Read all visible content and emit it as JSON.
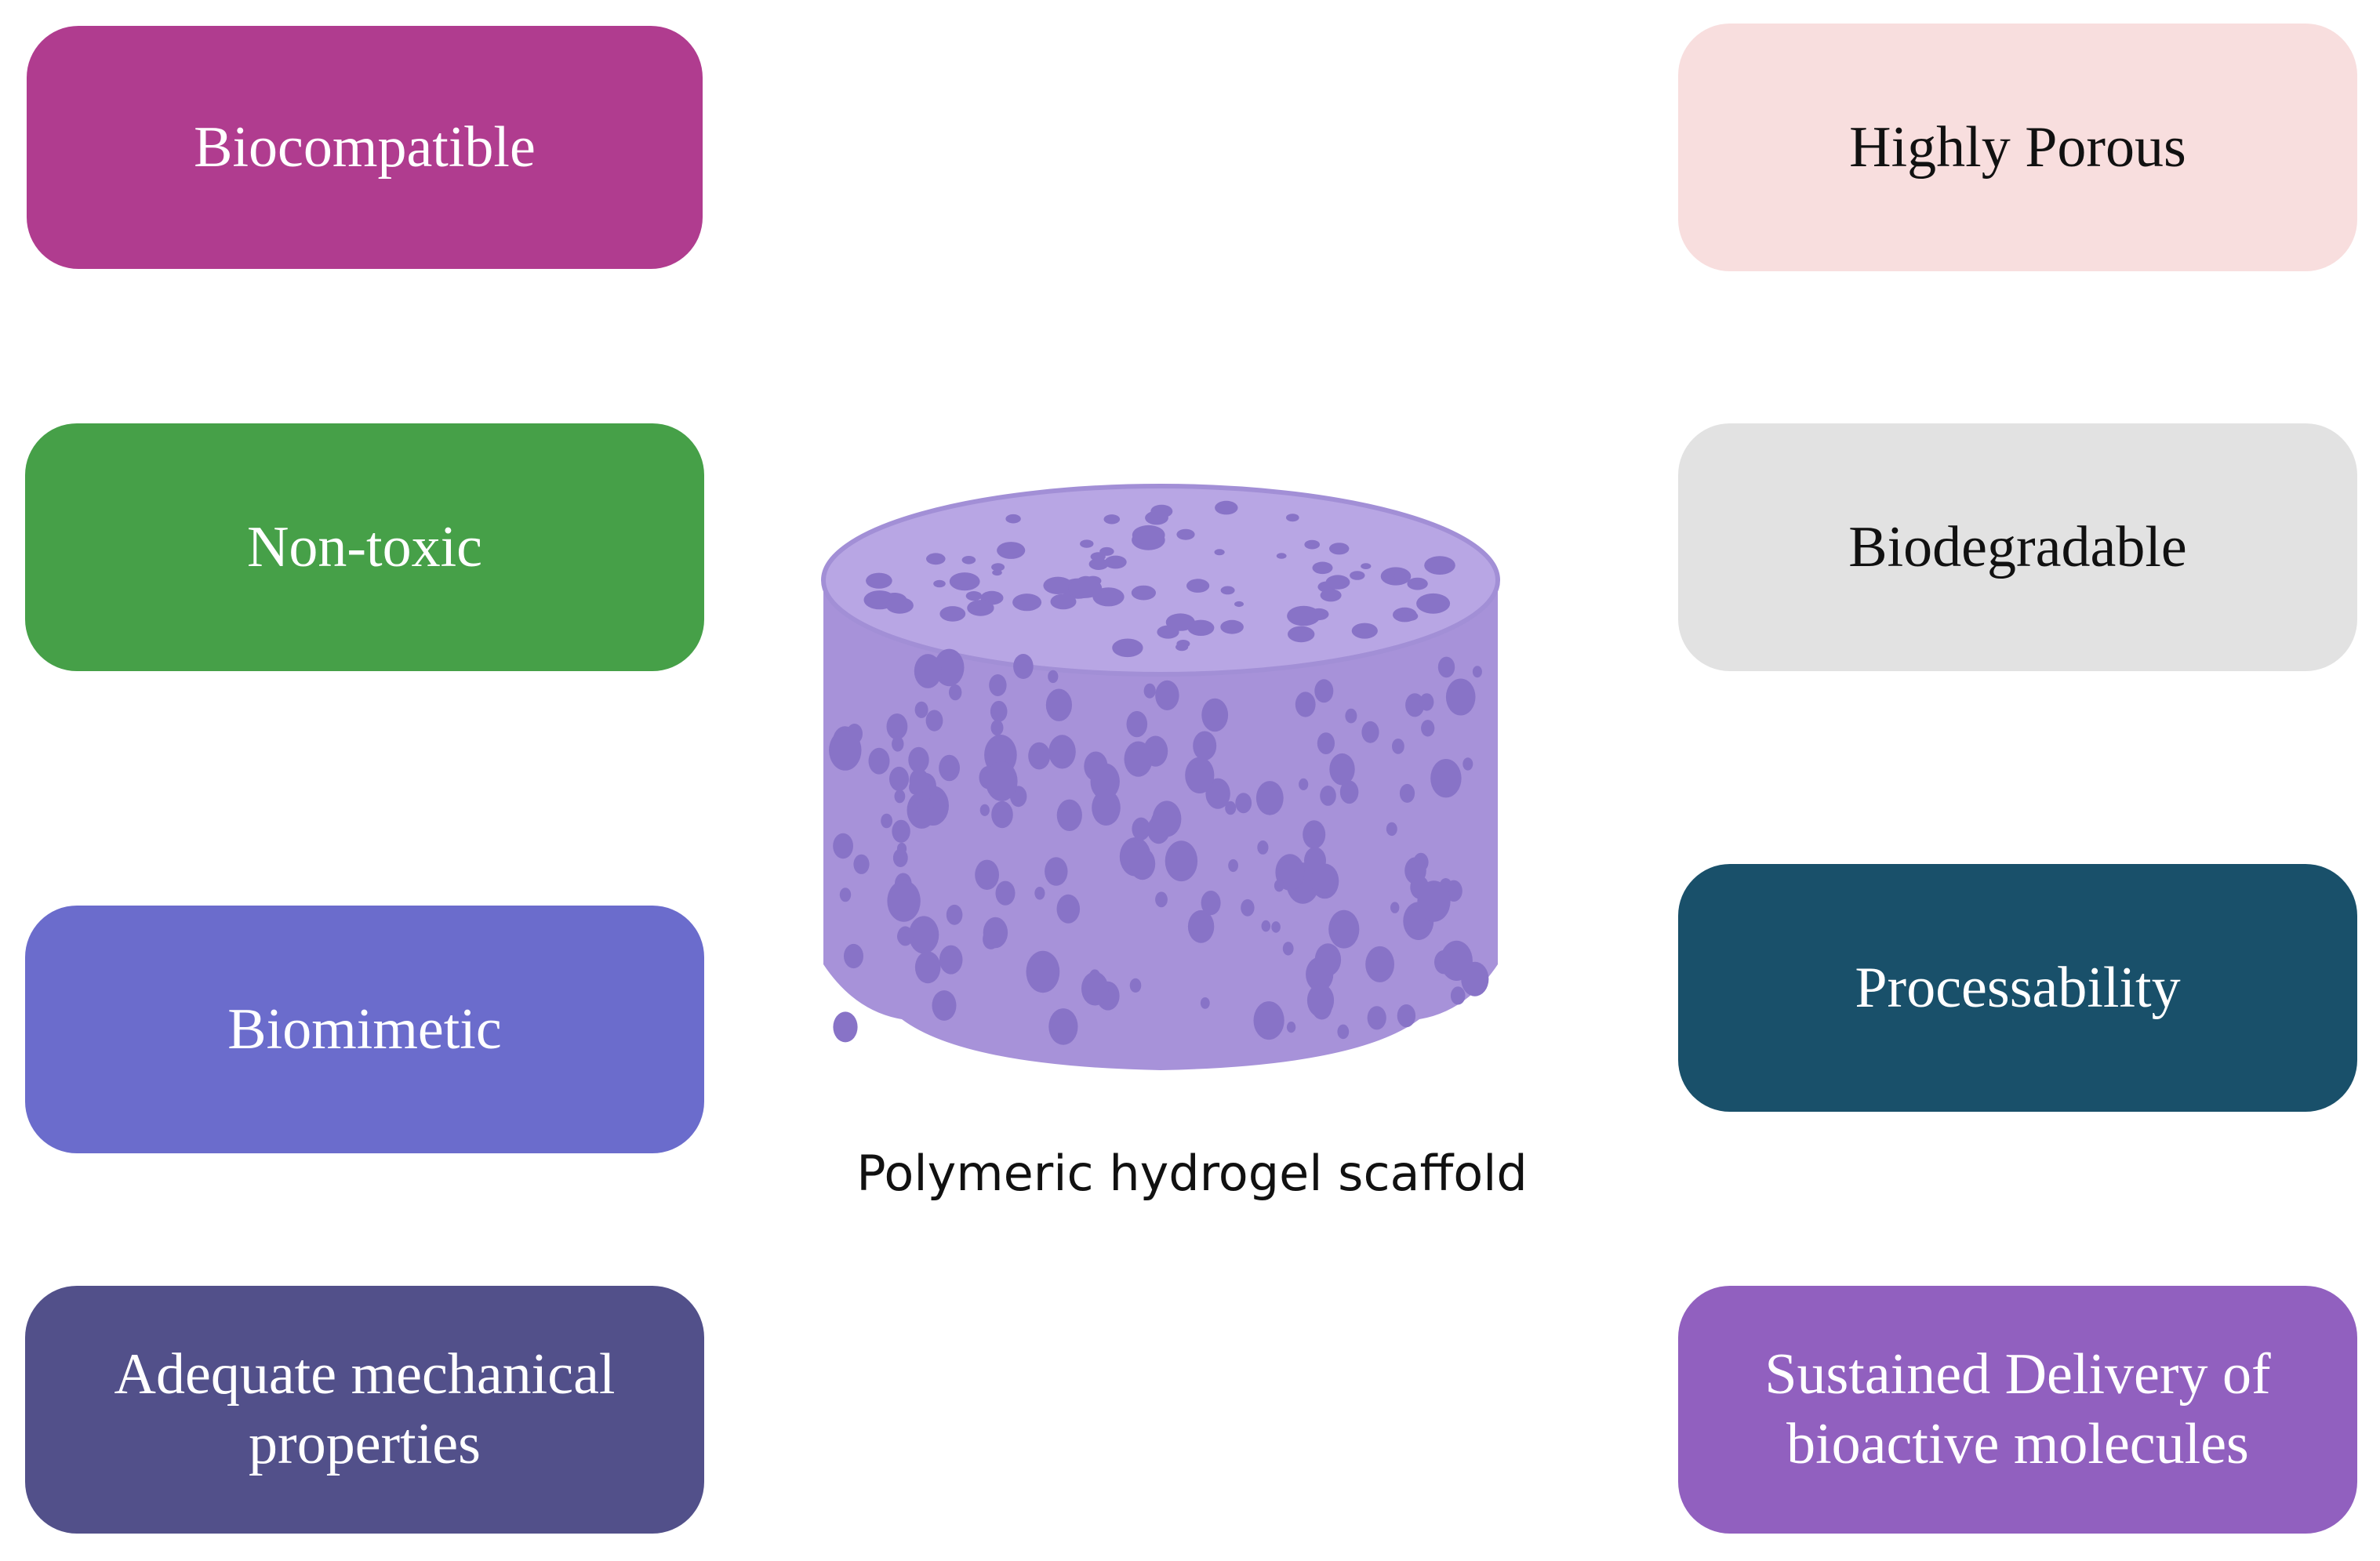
{
  "left_properties": [
    {
      "label": "Biocompatible",
      "color": "#b03c8f"
    },
    {
      "label": "Non-toxic",
      "color": "#46a048"
    },
    {
      "label": "Biomimetic",
      "color": "#6b6ccc"
    },
    {
      "label": "Adequate mechanical\nproperties",
      "color": "#52508a"
    }
  ],
  "right_properties": [
    {
      "label": "Highly Porous",
      "color": "#f8dede"
    },
    {
      "label": "Biodegradable",
      "color": "#e2e2e2"
    },
    {
      "label": "Processability",
      "color": "#19506a"
    },
    {
      "label": "Sustained Delivery of\nbioactive molecules",
      "color": "#9160bf"
    }
  ],
  "center": {
    "caption": "Polymeric hydrogel scaffold",
    "scaffold_body_color": "#a792d9",
    "scaffold_top_color": "#b8a6e4",
    "pore_color": "#8873c7"
  }
}
